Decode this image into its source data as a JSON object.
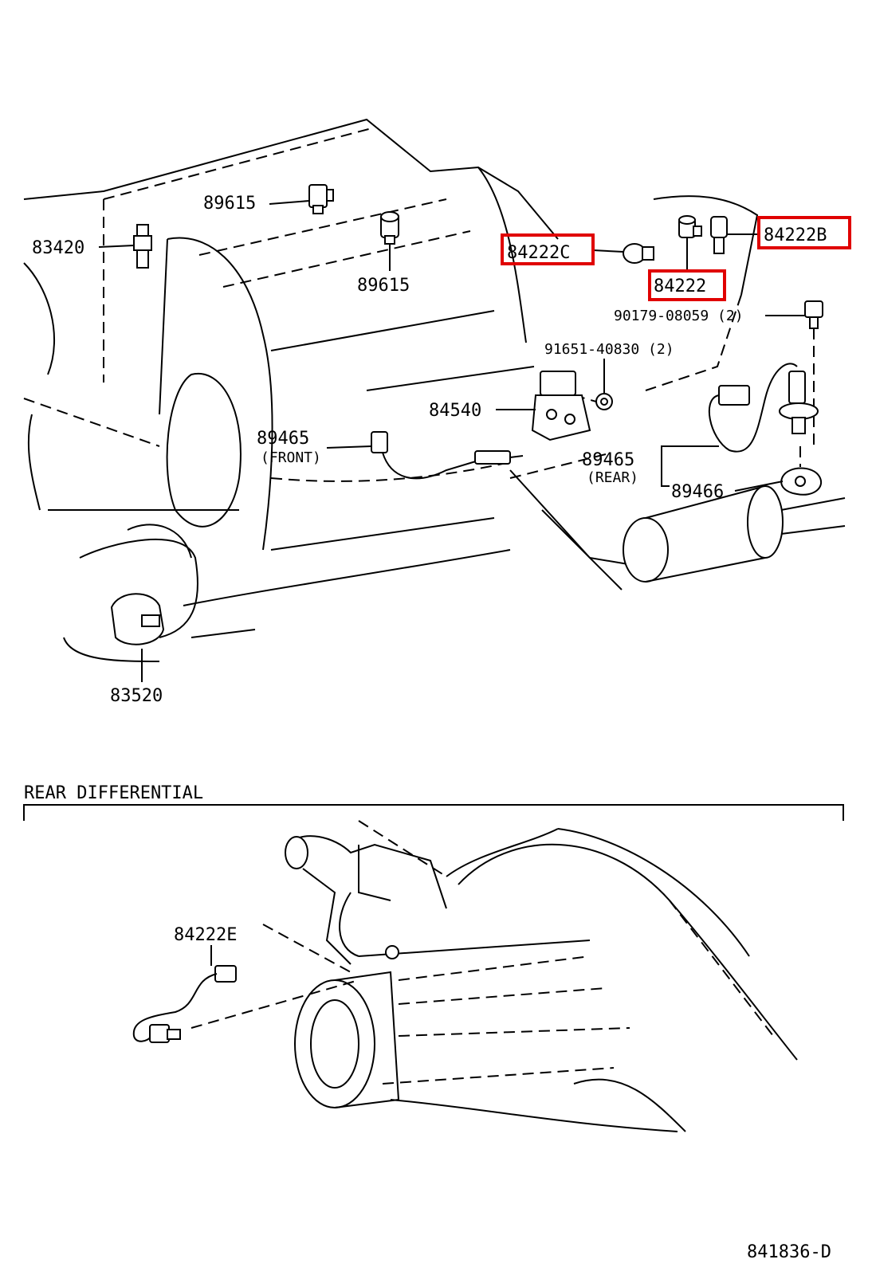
{
  "labels": {
    "l89615a": "89615",
    "l83420": "83420",
    "l89615b": "89615",
    "l84222c": "84222C",
    "l84222": "84222",
    "l84222b": "84222B",
    "l90179": "90179-08059 (2)",
    "l91651": "91651-40830 (2)",
    "l84540": "84540",
    "l89465f": "89465",
    "l_front": "(FRONT)",
    "l89465r": "89465",
    "l_rear": "(REAR)",
    "l89466": "89466",
    "l83520": "83520",
    "l_section": "REAR DIFFERENTIAL",
    "l84222e": "84222E",
    "l_code": "841836-D"
  },
  "highlight_color": "#e00000"
}
